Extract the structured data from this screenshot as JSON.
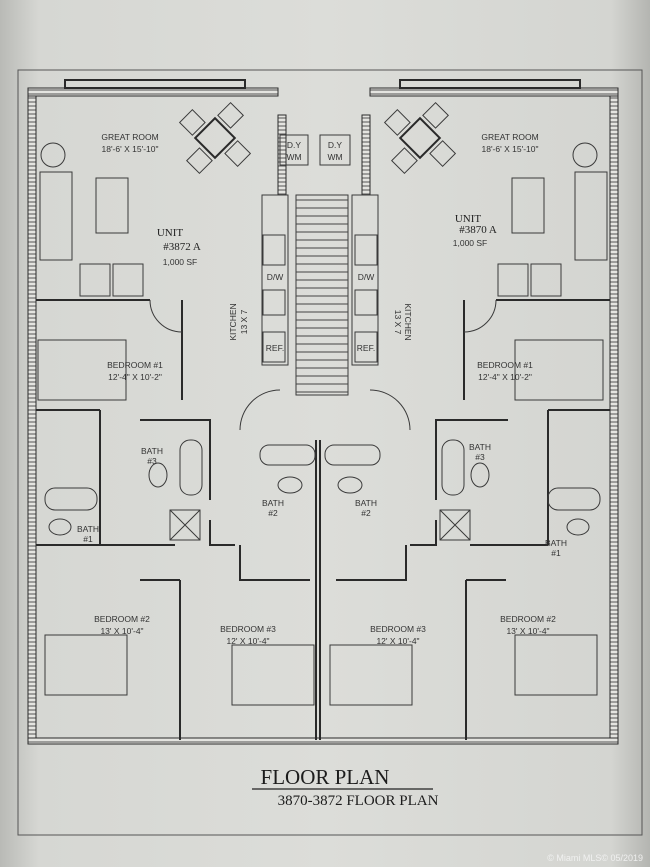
{
  "title": "FLOOR PLAN",
  "subtitle": "3870-3872 FLOOR PLAN",
  "watermark": "© Miami MLS© 05/2019",
  "units": [
    {
      "unit_label": "UNIT",
      "unit_number": "#3872 A",
      "area": "1,000 SF",
      "great_room": {
        "name": "GREAT ROOM",
        "size": "18'-6' X 15'-10\""
      },
      "kitchen": {
        "name": "KITCHEN",
        "size": "13 X 7"
      },
      "laundry": {
        "line1": "D.Y",
        "line2": "WM"
      },
      "appliances": {
        "dishwasher": "D/W",
        "fridge": "REF."
      },
      "bedroom1": {
        "name": "BEDROOM #1",
        "size": "12'-4\" X 10'-2\""
      },
      "bedroom2": {
        "name": "BEDROOM #2",
        "size": "13' X 10'-4\""
      },
      "bedroom3": {
        "name": "BEDROOM #3",
        "size": "12' X 10'-4\""
      },
      "bath1": {
        "name": "BATH",
        "num": "#1"
      },
      "bath2": {
        "name": "BATH",
        "num": "#2"
      },
      "bath3": {
        "name": "BATH",
        "num": "#3"
      }
    },
    {
      "unit_label": "UNIT",
      "unit_number": "#3870 A",
      "area": "1,000 SF",
      "great_room": {
        "name": "GREAT ROOM",
        "size": "18'-6' X 15'-10\""
      },
      "kitchen": {
        "name": "KITCHEN",
        "size": "13 X 7"
      },
      "laundry": {
        "line1": "D.Y",
        "line2": "WM"
      },
      "appliances": {
        "dishwasher": "D/W",
        "fridge": "REF."
      },
      "bedroom1": {
        "name": "BEDROOM #1",
        "size": "12'-4\" X 10'-2\""
      },
      "bedroom2": {
        "name": "BEDROOM #2",
        "size": "13' X 10'-4\""
      },
      "bedroom3": {
        "name": "BEDROOM #3",
        "size": "12' X 10'-4\""
      },
      "bath1": {
        "name": "BATH",
        "num": "#1"
      },
      "bath2": {
        "name": "BATH",
        "num": "#2"
      },
      "bath3": {
        "name": "BATH",
        "num": "#3"
      }
    }
  ]
}
